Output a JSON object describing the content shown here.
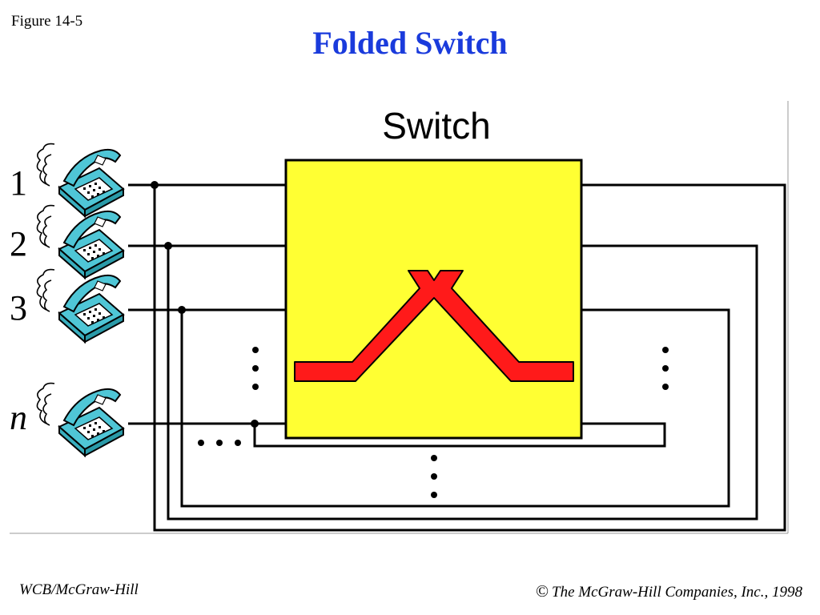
{
  "figure_label": "Figure 14-5",
  "title": "Folded Switch",
  "diagram": {
    "switch_label": "Switch",
    "lines": [
      {
        "label": "1",
        "italic": false
      },
      {
        "label": "2",
        "italic": false
      },
      {
        "label": "3",
        "italic": false
      },
      {
        "label": "n",
        "italic": true
      }
    ],
    "switch_color": "#ffff33",
    "crosspoint_color": "#ff1a1a",
    "wire_color": "#000000",
    "phone_color": "#4fc6d6"
  },
  "footer": {
    "publisher": "WCB/McGraw-Hill",
    "copyright_symbol": "©",
    "copyright_text": "The McGraw-Hill Companies, Inc., 1998"
  }
}
